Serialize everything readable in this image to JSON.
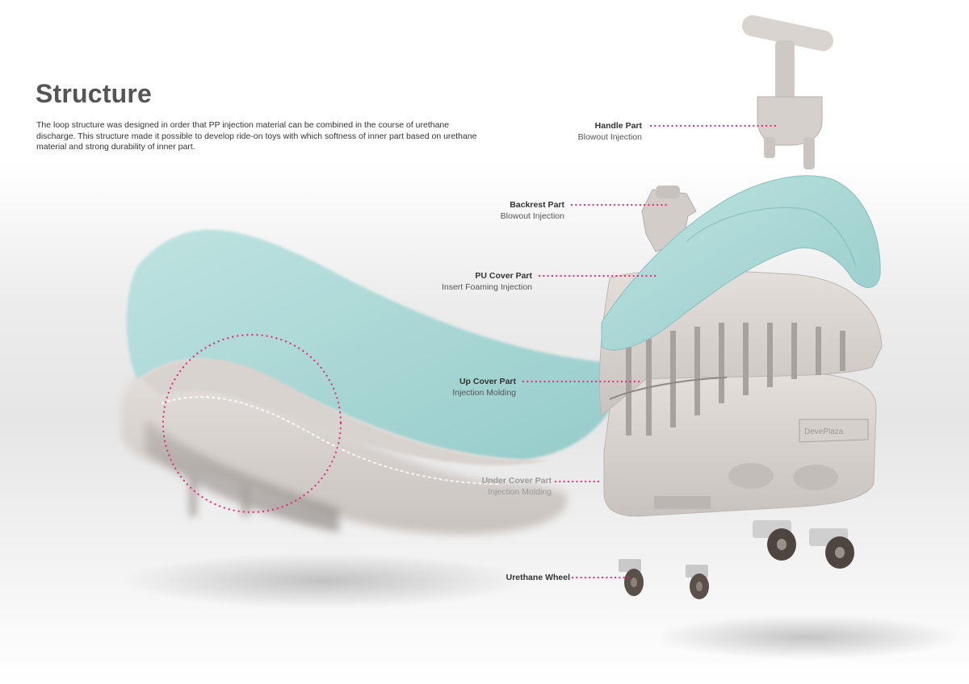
{
  "heading": "Structure",
  "description": "The loop structure was designed in order that PP injection material can be combined in the course of urethane discharge. This structure made it possible to develop ride-on toys with which softness of inner part based on urethane material and strong durability of inner part.",
  "parts": [
    {
      "name": "Handle Part",
      "process": "Blowout Injection"
    },
    {
      "name": "Backrest Part",
      "process": "Blowout Injection"
    },
    {
      "name": "PU Cover Part",
      "process": "Insert Foaming Injection"
    },
    {
      "name": "Up Cover Part",
      "process": "Injection Molding"
    },
    {
      "name": "Under Cover Part",
      "process": "Injection Molding"
    },
    {
      "name": "Urethane Wheel",
      "process": ""
    }
  ],
  "brand_mark": "DevePlaza",
  "colors": {
    "accent_dots": "#e8287a",
    "pu_cover": "#a9d8d6",
    "plastic": "#dcd6d2",
    "title": "#555555"
  }
}
